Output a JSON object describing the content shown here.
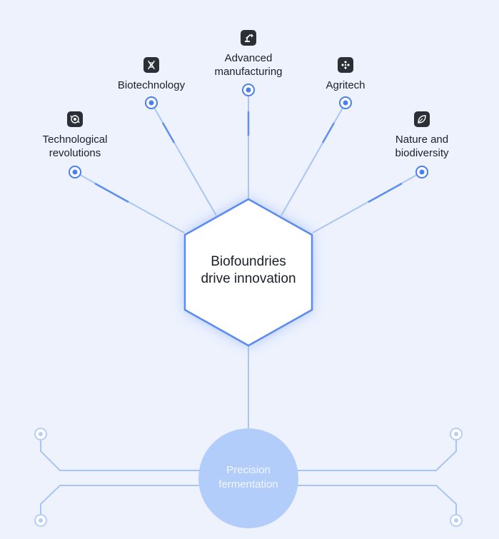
{
  "hub": {
    "line1": "Biofoundries",
    "line2": "drive innovation"
  },
  "spokes": [
    {
      "id": "technological-revolutions",
      "line1": "Technological",
      "line2": "revolutions",
      "icon": "gear-cycle-icon"
    },
    {
      "id": "biotechnology",
      "line1": "Biotechnology",
      "line2": "",
      "icon": "dna-icon"
    },
    {
      "id": "advanced-manufacturing",
      "line1": "Advanced",
      "line2": "manufacturing",
      "icon": "robot-arm-icon"
    },
    {
      "id": "agritech",
      "line1": "Agritech",
      "line2": "",
      "icon": "molecule-cluster-icon"
    },
    {
      "id": "nature-biodiversity",
      "line1": "Nature and",
      "line2": "biodiversity",
      "icon": "leaf-icon"
    }
  ],
  "base": {
    "line1": "Precision",
    "line2": "fermentation"
  },
  "colors": {
    "background": "#edf2fd",
    "line": "#a9c6f3",
    "line_accent": "#5f8ff0",
    "node_ring": "#4a7ff0",
    "hex_border": "#5b8bf0",
    "circle_fill": "#b3cdfb",
    "icon_bg": "#2b2f36"
  }
}
